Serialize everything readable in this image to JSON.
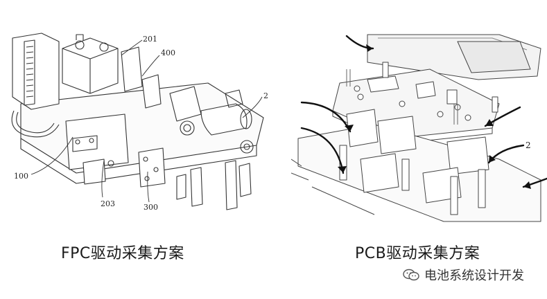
{
  "left": {
    "caption": "FPC驱动采集方案",
    "labels": {
      "l201": "201",
      "l400": "400",
      "l2": "2",
      "l100": "100",
      "l203": "203",
      "l300": "300"
    }
  },
  "right": {
    "caption": "PCB驱动采集方案",
    "labels": {
      "l2": "2"
    }
  },
  "watermark": {
    "text": "电池系统设计开发",
    "icon": "wechat-icon"
  }
}
